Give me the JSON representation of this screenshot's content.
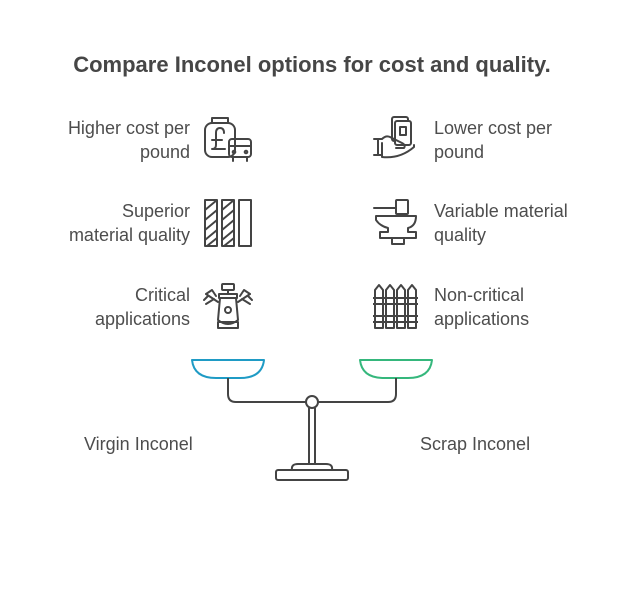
{
  "title": "Compare Inconel options for cost and quality.",
  "left": {
    "name": "Virgin Inconel",
    "color": "#1f9bc5",
    "items": [
      {
        "lines": [
          "Higher cost per",
          "pound"
        ],
        "icon": "pound-sign-bus-icon"
      },
      {
        "lines": [
          "Superior",
          "material quality"
        ],
        "icon": "hatched-bars-icon"
      },
      {
        "lines": [
          "Critical",
          "applications"
        ],
        "icon": "engine-icon"
      }
    ]
  },
  "right": {
    "name": "Scrap Inconel",
    "color": "#35b77c",
    "items": [
      {
        "lines": [
          "Lower cost per",
          "pound"
        ],
        "icon": "hand-holding-cash-icon"
      },
      {
        "lines": [
          "Variable material",
          "quality"
        ],
        "icon": "anvil-hammer-icon"
      },
      {
        "lines": [
          "Non-critical",
          "applications"
        ],
        "icon": "picket-fence-icon"
      }
    ]
  }
}
